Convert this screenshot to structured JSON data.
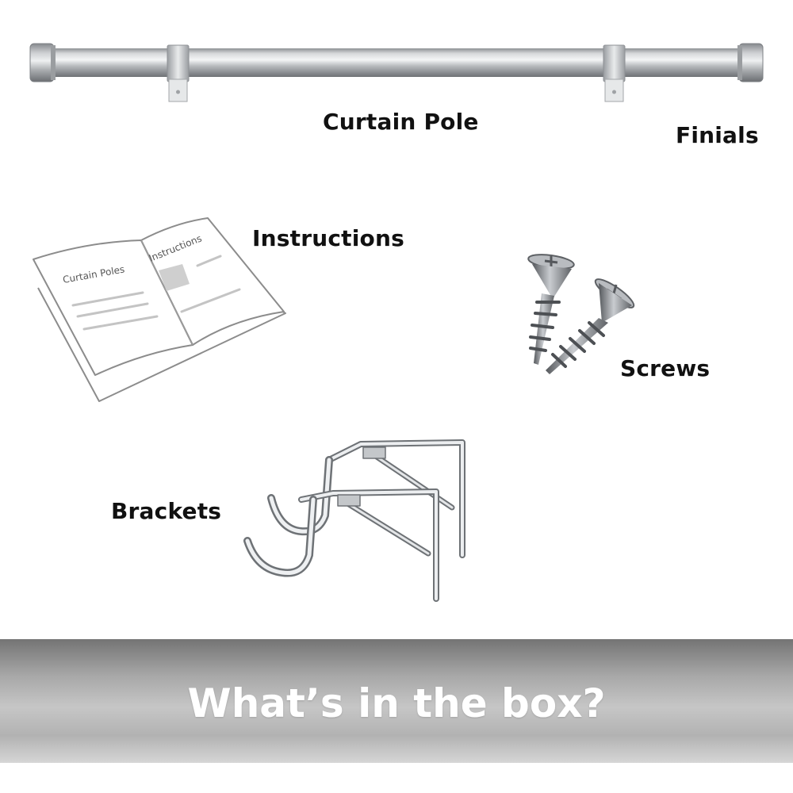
{
  "labels": {
    "curtain_pole": "Curtain Pole",
    "finials": "Finials",
    "instructions": "Instructions",
    "screws": "Screws",
    "brackets": "Brackets"
  },
  "booklet": {
    "left_page_title": "Curtain Poles",
    "right_page_title": "Instructions"
  },
  "banner": {
    "title": "What’s in the box?"
  },
  "colors": {
    "metal_light": "#e4e6e8",
    "metal_mid": "#aeb1b4",
    "metal_dark": "#7b7e82",
    "booklet_line": "#8c8c8c",
    "label_text": "#111111",
    "banner_text": "#ffffff"
  }
}
